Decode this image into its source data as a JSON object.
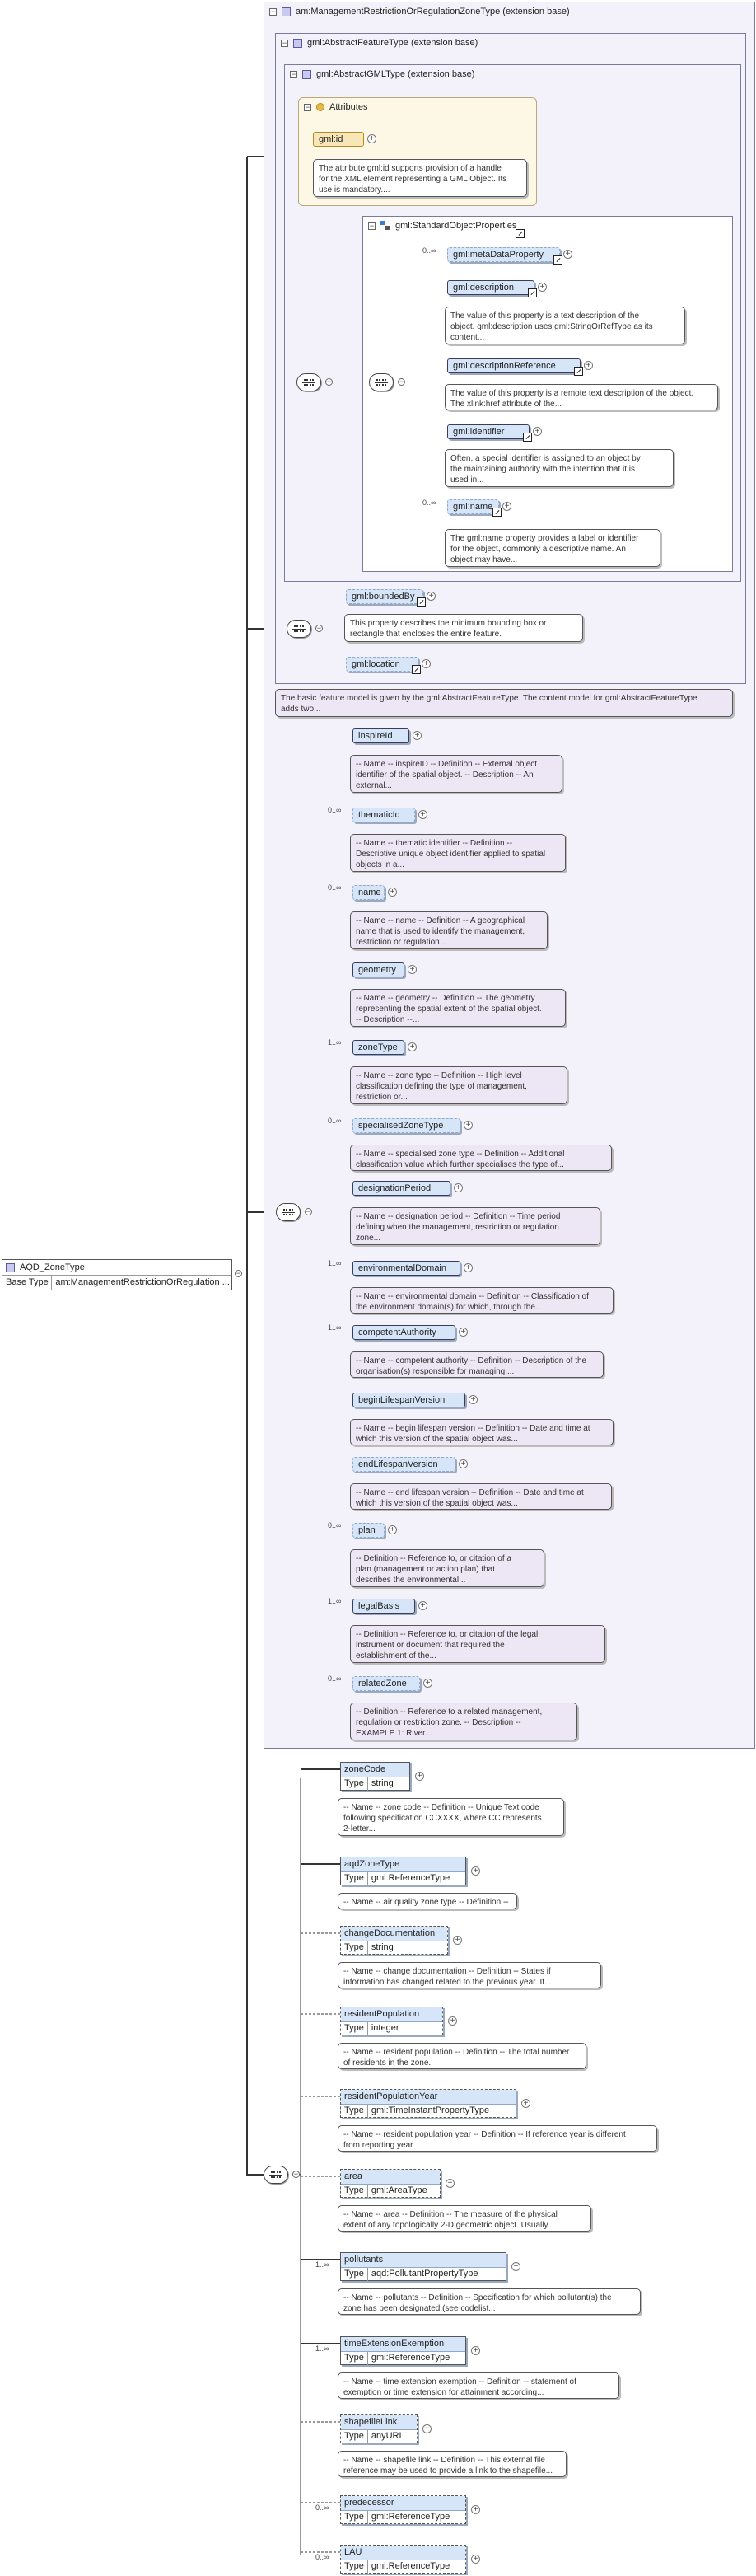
{
  "root": {
    "name": "AQD_ZoneType",
    "base_label": "Base Type",
    "base_value": "am:ManagementRestrictionOrRegulation ..."
  },
  "outer_type": {
    "title": "am:ManagementRestrictionOrRegulationZoneType (extension base)"
  },
  "feature_type": {
    "title": "gml:AbstractFeatureType (extension base)"
  },
  "gml_type": {
    "title": "gml:AbstractGMLType (extension base)"
  },
  "attributes": {
    "title": "Attributes",
    "gml_id": "gml:id",
    "doc": "The attribute gml:id supports provision of a handle\nfor the XML element representing a GML Object. Its\nuse is mandatory...."
  },
  "std_props": {
    "title": "gml:StandardObjectProperties",
    "items": [
      {
        "card": "0..∞",
        "name": "gml:metaDataProperty",
        "doc": ""
      },
      {
        "card": "",
        "name": "gml:description",
        "doc": "The value of this property is a text description of the\nobject. gml:description uses gml:StringOrRefType as its\ncontent..."
      },
      {
        "card": "",
        "name": "gml:descriptionReference",
        "doc": "The value of this property is a remote text description of the object.\nThe xlink:href attribute of the..."
      },
      {
        "card": "",
        "name": "gml:identifier",
        "doc": "Often, a special identifier is assigned to an object by\nthe maintaining authority with the intention that it is\nused in..."
      },
      {
        "card": "0..∞",
        "name": "gml:name",
        "doc": "The gml:name property provides a label or identifier\nfor the object, commonly a descriptive name. An\nobject may have..."
      }
    ]
  },
  "feature_props": {
    "bounded": "gml:boundedBy",
    "bounded_doc": "This property describes the minimum bounding box or\nrectangle that encloses the entire feature.",
    "location": "gml:location"
  },
  "feature_doc": "The basic feature model is given by the gml:AbstractFeatureType. The content model for gml:AbstractFeatureType\nadds two...",
  "am_elements": [
    {
      "card": "",
      "name": "inspireId",
      "doc": "-- Name -- inspireID -- Definition -- External object\nidentifier of the spatial object. -- Description -- An\nexternal..."
    },
    {
      "card": "0..∞",
      "name": "thematicId",
      "doc": "-- Name -- thematic identifier -- Definition --\nDescriptive unique object identifier applied to spatial\nobjects in a..."
    },
    {
      "card": "0..∞",
      "name": "name",
      "doc": "-- Name -- name -- Definition -- A geographical\nname that is used to identify the management,\nrestriction or regulation..."
    },
    {
      "card": "",
      "name": "geometry",
      "doc": "-- Name -- geometry -- Definition -- The geometry\nrepresenting the spatial extent of the spatial object.\n-- Description --..."
    },
    {
      "card": "1..∞",
      "name": "zoneType",
      "doc": "-- Name -- zone type -- Definition -- High level\nclassification defining the type of management,\nrestriction or..."
    },
    {
      "card": "0..∞",
      "name": "specialisedZoneType",
      "doc": "-- Name -- specialised zone type -- Definition -- Additional\nclassification value which further specialises the type of..."
    },
    {
      "card": "",
      "name": "designationPeriod",
      "doc": "-- Name -- designation period -- Definition -- Time period\ndefining when the management, restriction or regulation\nzone..."
    },
    {
      "card": "1..∞",
      "name": "environmentalDomain",
      "doc": "-- Name -- environmental domain -- Definition -- Classification of\nthe environment domain(s) for which, through the..."
    },
    {
      "card": "1..∞",
      "name": "competentAuthority",
      "doc": "-- Name -- competent authority -- Definition -- Description of the\norganisation(s) responsible for managing,..."
    },
    {
      "card": "",
      "name": "beginLifespanVersion",
      "doc": "-- Name -- begin lifespan version -- Definition -- Date and time at\nwhich this version of the spatial object was..."
    },
    {
      "card": "",
      "name": "endLifespanVersion",
      "doc": "-- Name -- end lifespan version -- Definition -- Date and time at\nwhich this version of the spatial object was..."
    },
    {
      "card": "0..∞",
      "name": "plan",
      "doc": "-- Definition -- Reference to, or citation of a\nplan (management or action plan) that\ndescribes the environmental..."
    },
    {
      "card": "1..∞",
      "name": "legalBasis",
      "doc": "-- Definition -- Reference to, or citation of the legal\ninstrument or document that required the\nestablishment of the..."
    },
    {
      "card": "0..∞",
      "name": "relatedZone",
      "doc": "-- Definition -- Reference to a related management,\nregulation or restriction zone. -- Description --\nEXAMPLE 1: River..."
    }
  ],
  "aqd_elements": [
    {
      "card": "",
      "name": "zoneCode",
      "type_label": "Type",
      "type": "string",
      "doc": "-- Name -- zone code -- Definition -- Unique Text code\nfollowing specification CCXXXX, where CC represents\n2-letter..."
    },
    {
      "card": "",
      "name": "aqdZoneType",
      "type_label": "Type",
      "type": "gml:ReferenceType",
      "doc": "-- Name -- air quality zone type -- Definition --"
    },
    {
      "card": "",
      "name": "changeDocumentation",
      "type_label": "Type",
      "type": "string",
      "doc": "-- Name -- change documentation -- Definition -- States if\ninformation has changed related to the previous year. If..."
    },
    {
      "card": "",
      "name": "residentPopulation",
      "type_label": "Type",
      "type": "integer",
      "doc": "-- Name -- resident population -- Definition -- The total number\nof residents in the zone."
    },
    {
      "card": "",
      "name": "residentPopulationYear",
      "type_label": "Type",
      "type": "gml:TimeInstantPropertyType",
      "doc": "-- Name -- resident population year -- Definition -- If reference year is different\nfrom reporting year"
    },
    {
      "card": "",
      "name": "area",
      "type_label": "Type",
      "type": "gml:AreaType",
      "doc": "-- Name -- area -- Definition -- The measure of the physical\nextent of any topologically 2-D geometric object. Usually..."
    },
    {
      "card": "1..∞",
      "name": "pollutants",
      "type_label": "Type",
      "type": "aqd:PollutantPropertyType",
      "doc": "-- Name -- pollutants -- Definition -- Specification for which pollutant(s) the\nzone has been designated (see codelist..."
    },
    {
      "card": "1..∞",
      "name": "timeExtensionExemption",
      "type_label": "Type",
      "type": "gml:ReferenceType",
      "doc": "-- Name -- time extension exemption -- Definition -- statement of\nexemption or time extension for attainment according..."
    },
    {
      "card": "",
      "name": "shapefileLink",
      "type_label": "Type",
      "type": "anyURI",
      "doc": "-- Name -- shapefile link -- Definition -- This external file\nreference may be used to provide a link to the shapefile..."
    },
    {
      "card": "0..∞",
      "name": "predecessor",
      "type_label": "Type",
      "type": "gml:ReferenceType",
      "doc": ""
    },
    {
      "card": "0..∞",
      "name": "LAU",
      "type_label": "Type",
      "type": "gml:ReferenceType",
      "doc": ""
    }
  ]
}
